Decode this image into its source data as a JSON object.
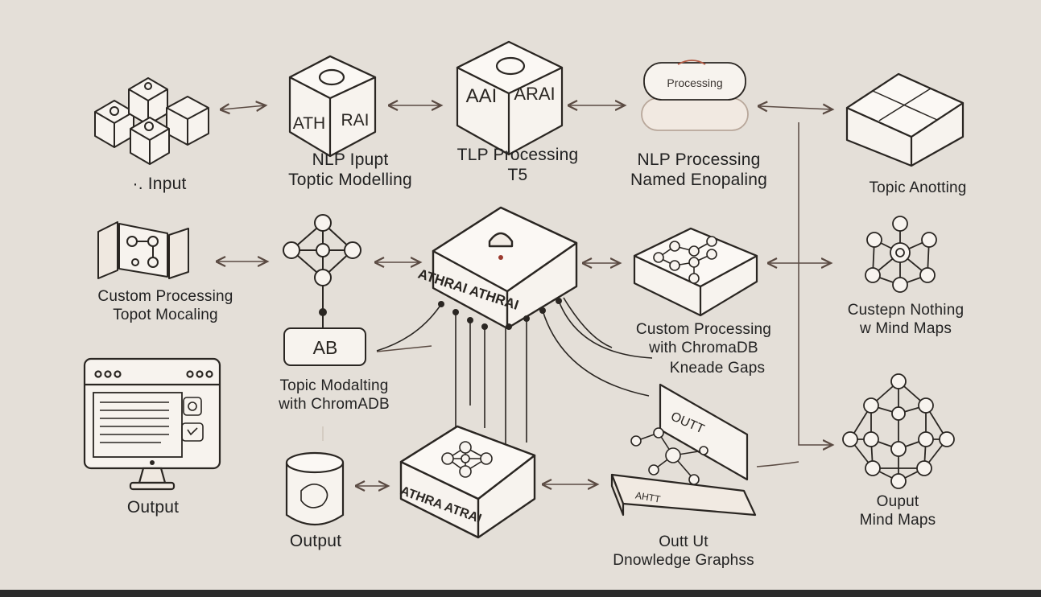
{
  "boxes": {
    "ath_left": "ATH",
    "rai_left": "RAI",
    "aai_left": "AAI",
    "arai_right": "ARAI",
    "processing": "Processing",
    "athrai_center": "ATHRAI  ATHRAI",
    "ab": "AB",
    "athrai_bottom": "ATHRA   ATRAI",
    "output_top": "OUTT",
    "output_bottom": "AHTT"
  },
  "labels": {
    "input": "·. Input",
    "nlp_input": "NLP Ipupt\nToptic Modelling",
    "nlp_t5": "TLP Processing\nT5",
    "nlp_named": "NLP Processing\nNamed Enopaling",
    "topic_anotting": "Topic Anotting",
    "custom_toppot": "Custom Processing\nTopot Mocaling",
    "topic_chromadb": "Topic Modalting\nwith ChromADB",
    "custom_chromadb": "Custom Processing\nwith ChromaDB",
    "knowledge_gaps": "Kneade Gaps",
    "custepn_nothing": "Custepn Nothing\nw Mind Maps",
    "output_monitor": "Output",
    "output_cylinder": "Output",
    "output_knowledge": "Outt Ut\nDnowledge Graphss",
    "output_mind_maps": "Ouput\nMind Maps"
  },
  "colors": {
    "background": "#e4dfd8",
    "box_face": "#f7f3ee",
    "box_side": "#e9e2da",
    "stroke": "#2a2622",
    "connector_red": "#9b3a2e"
  }
}
